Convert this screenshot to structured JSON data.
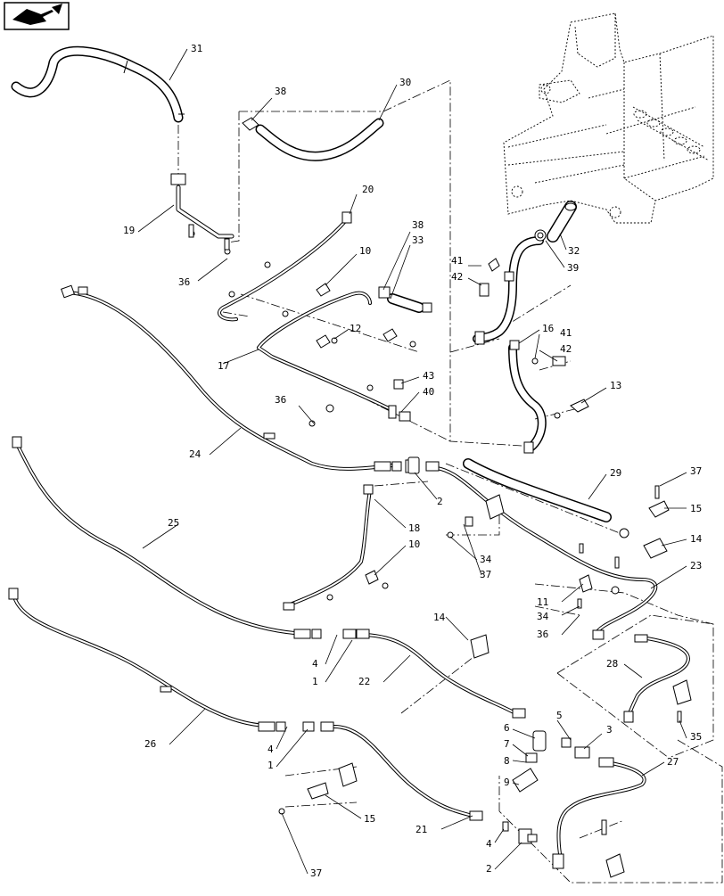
{
  "diagram": {
    "callouts": [
      {
        "id": "c31",
        "label": "31"
      },
      {
        "id": "c38a",
        "label": "38"
      },
      {
        "id": "c30",
        "label": "30"
      },
      {
        "id": "c19",
        "label": "19"
      },
      {
        "id": "c36a",
        "label": "36"
      },
      {
        "id": "c20",
        "label": "20"
      },
      {
        "id": "c10a",
        "label": "10"
      },
      {
        "id": "c38b",
        "label": "38"
      },
      {
        "id": "c33",
        "label": "33"
      },
      {
        "id": "c41a",
        "label": "41"
      },
      {
        "id": "c42a",
        "label": "42"
      },
      {
        "id": "c32",
        "label": "32"
      },
      {
        "id": "c39",
        "label": "39"
      },
      {
        "id": "c12",
        "label": "12"
      },
      {
        "id": "c17",
        "label": "17"
      },
      {
        "id": "c16",
        "label": "16"
      },
      {
        "id": "c41b",
        "label": "41"
      },
      {
        "id": "c42b",
        "label": "42"
      },
      {
        "id": "c43",
        "label": "43"
      },
      {
        "id": "c40",
        "label": "40"
      },
      {
        "id": "c13",
        "label": "13"
      },
      {
        "id": "c36b",
        "label": "36"
      },
      {
        "id": "c24",
        "label": "24"
      },
      {
        "id": "c29",
        "label": "29"
      },
      {
        "id": "c37a",
        "label": "37"
      },
      {
        "id": "c2a",
        "label": "2"
      },
      {
        "id": "c15a",
        "label": "15"
      },
      {
        "id": "c25",
        "label": "25"
      },
      {
        "id": "c18",
        "label": "18"
      },
      {
        "id": "c14a",
        "label": "14"
      },
      {
        "id": "c10b",
        "label": "10"
      },
      {
        "id": "c34a",
        "label": "34"
      },
      {
        "id": "c37b",
        "label": "37"
      },
      {
        "id": "c23",
        "label": "23"
      },
      {
        "id": "c11",
        "label": "11"
      },
      {
        "id": "c34b",
        "label": "34"
      },
      {
        "id": "c36c",
        "label": "36"
      },
      {
        "id": "c14b",
        "label": "14"
      },
      {
        "id": "c4a",
        "label": "4"
      },
      {
        "id": "c1a",
        "label": "1"
      },
      {
        "id": "c22",
        "label": "22"
      },
      {
        "id": "c28",
        "label": "28"
      },
      {
        "id": "c6",
        "label": "6"
      },
      {
        "id": "c5",
        "label": "5"
      },
      {
        "id": "c7",
        "label": "7"
      },
      {
        "id": "c3",
        "label": "3"
      },
      {
        "id": "c35",
        "label": "35"
      },
      {
        "id": "c8",
        "label": "8"
      },
      {
        "id": "c26",
        "label": "26"
      },
      {
        "id": "c4b",
        "label": "4"
      },
      {
        "id": "c1b",
        "label": "1"
      },
      {
        "id": "c9",
        "label": "9"
      },
      {
        "id": "c27",
        "label": "27"
      },
      {
        "id": "c15b",
        "label": "15"
      },
      {
        "id": "c21",
        "label": "21"
      },
      {
        "id": "c4c",
        "label": "4"
      },
      {
        "id": "c37c",
        "label": "37"
      },
      {
        "id": "c2b",
        "label": "2"
      }
    ],
    "icons": {
      "corner": "parts-book-icon"
    }
  }
}
